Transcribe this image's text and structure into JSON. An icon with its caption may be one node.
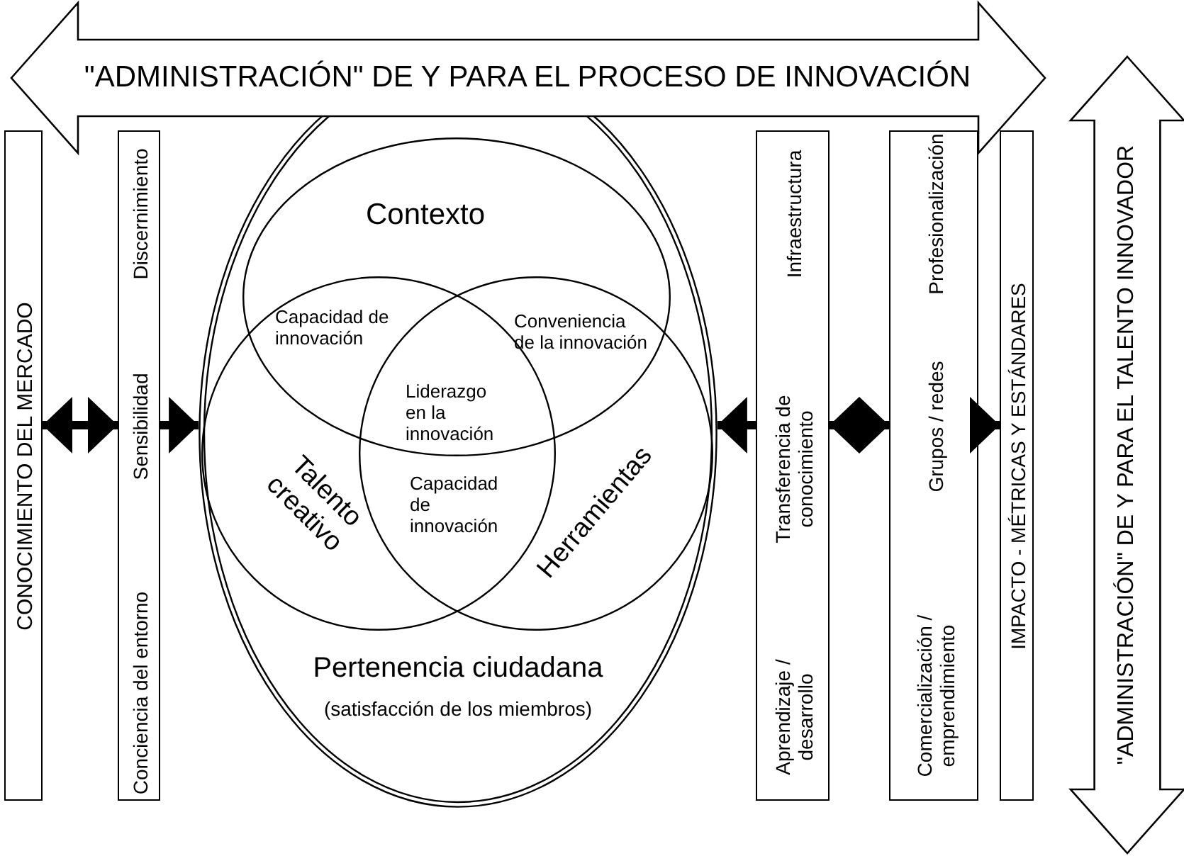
{
  "diagram": {
    "nodes": [
      {
        "text": [
          "\"ADMINISTRACIÓN\" DE Y PARA EL PROCESO DE INNOVACIÓN"
        ]
      },
      {
        "text": [
          "\"ADMINISTRACIÓN\" DE Y PARA EL TALENTO INNOVADOR"
        ]
      },
      {
        "text": [
          "CONOCIMIENTO DEL MERCADO"
        ]
      },
      {
        "text": [
          "Conciencia del entorno",
          "Sensibilidad",
          "Discernimiento"
        ]
      },
      {
        "text": [
          "Pertenencia ciudadana",
          "(satisfacción de los miembros)"
        ]
      },
      {
        "text": [
          "Contexto"
        ],
        "in": 4
      },
      {
        "text": [
          "Talento creativo"
        ],
        "in": 4
      },
      {
        "text": [
          "Herramientas"
        ],
        "in": 4
      },
      {
        "text": [
          "Aprendizaje / desarrollo",
          "Transferencia de conocimiento",
          "Infraestructura"
        ]
      },
      {
        "text": [
          "Comercialización / emprendimiento",
          "Grupos / redes",
          "Profesionalización"
        ]
      },
      {
        "text": [
          "IMPACTO - MÉTRICAS Y ESTÁNDARES"
        ]
      }
    ],
    "edges": [
      {
        "from": 2,
        "to": 3,
        "arrow": "both"
      },
      {
        "from": 3,
        "to": 4,
        "arrow": "to"
      },
      {
        "from": 8,
        "to": 4,
        "arrow": "to"
      },
      {
        "from": 8,
        "to": 9,
        "arrow": "both"
      },
      {
        "from": 9,
        "to": 10,
        "arrow": "to"
      }
    ],
    "labels": [
      "Capacidad de innovación",
      "Conveniencia de la innovación",
      "Liderazgo en la innovación",
      "Capacidad de innovación"
    ]
  }
}
